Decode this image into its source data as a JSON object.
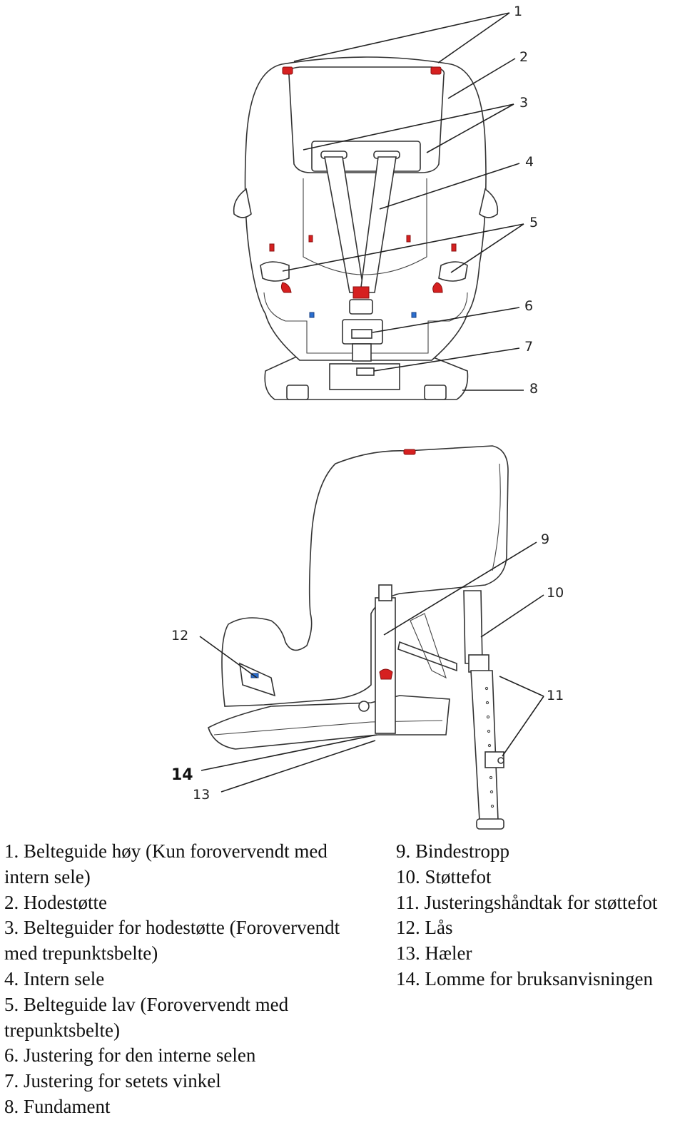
{
  "callouts": {
    "c1": "1",
    "c2": "2",
    "c3": "3",
    "c4": "4",
    "c5": "5",
    "c6": "6",
    "c7": "7",
    "c8": "8",
    "c9": "9",
    "c10": "10",
    "c11": "11",
    "c12": "12",
    "c13": "13",
    "c14": "14"
  },
  "legend": {
    "left": [
      "1. Belteguide høy (Kun forovervendt med intern sele)",
      "2. Hodestøtte",
      "3. Belteguider for hodestøtte (Forovervendt med trepunktsbelte)",
      "4. Intern sele",
      "5. Belteguide lav (Forovervendt med trepunktsbelte)",
      "6. Justering for den interne selen",
      "7. Justering for setets vinkel",
      "8. Fundament"
    ],
    "right": [
      "9. Bindestropp",
      "10. Støttefot",
      "11. Justeringshåndtak for støttefot",
      "12. Lås",
      "13. Hæler",
      "14. Lomme for bruksanvisningen"
    ]
  },
  "colors": {
    "accent_red": "#d62020",
    "accent_blue": "#2a6fd0",
    "line": "#222222"
  }
}
